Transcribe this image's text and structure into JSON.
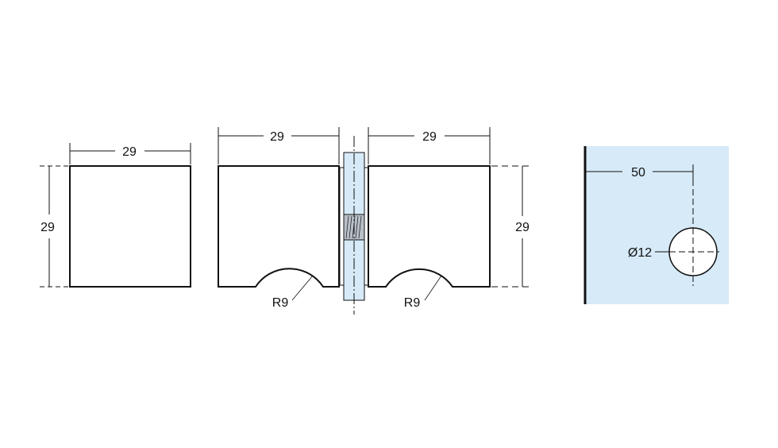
{
  "colors": {
    "glass": "#d6eaf8",
    "line": "#111111",
    "thread": "#9aa3ab"
  },
  "front_view": {
    "width_label": "29",
    "height_label": "29"
  },
  "side_view": {
    "left_width_label": "29",
    "right_width_label": "29",
    "height_label": "29",
    "left_radius_label": "R9",
    "right_radius_label": "R9"
  },
  "glass_view": {
    "edge_distance_label": "50",
    "hole_diameter_label": "Ø12"
  }
}
